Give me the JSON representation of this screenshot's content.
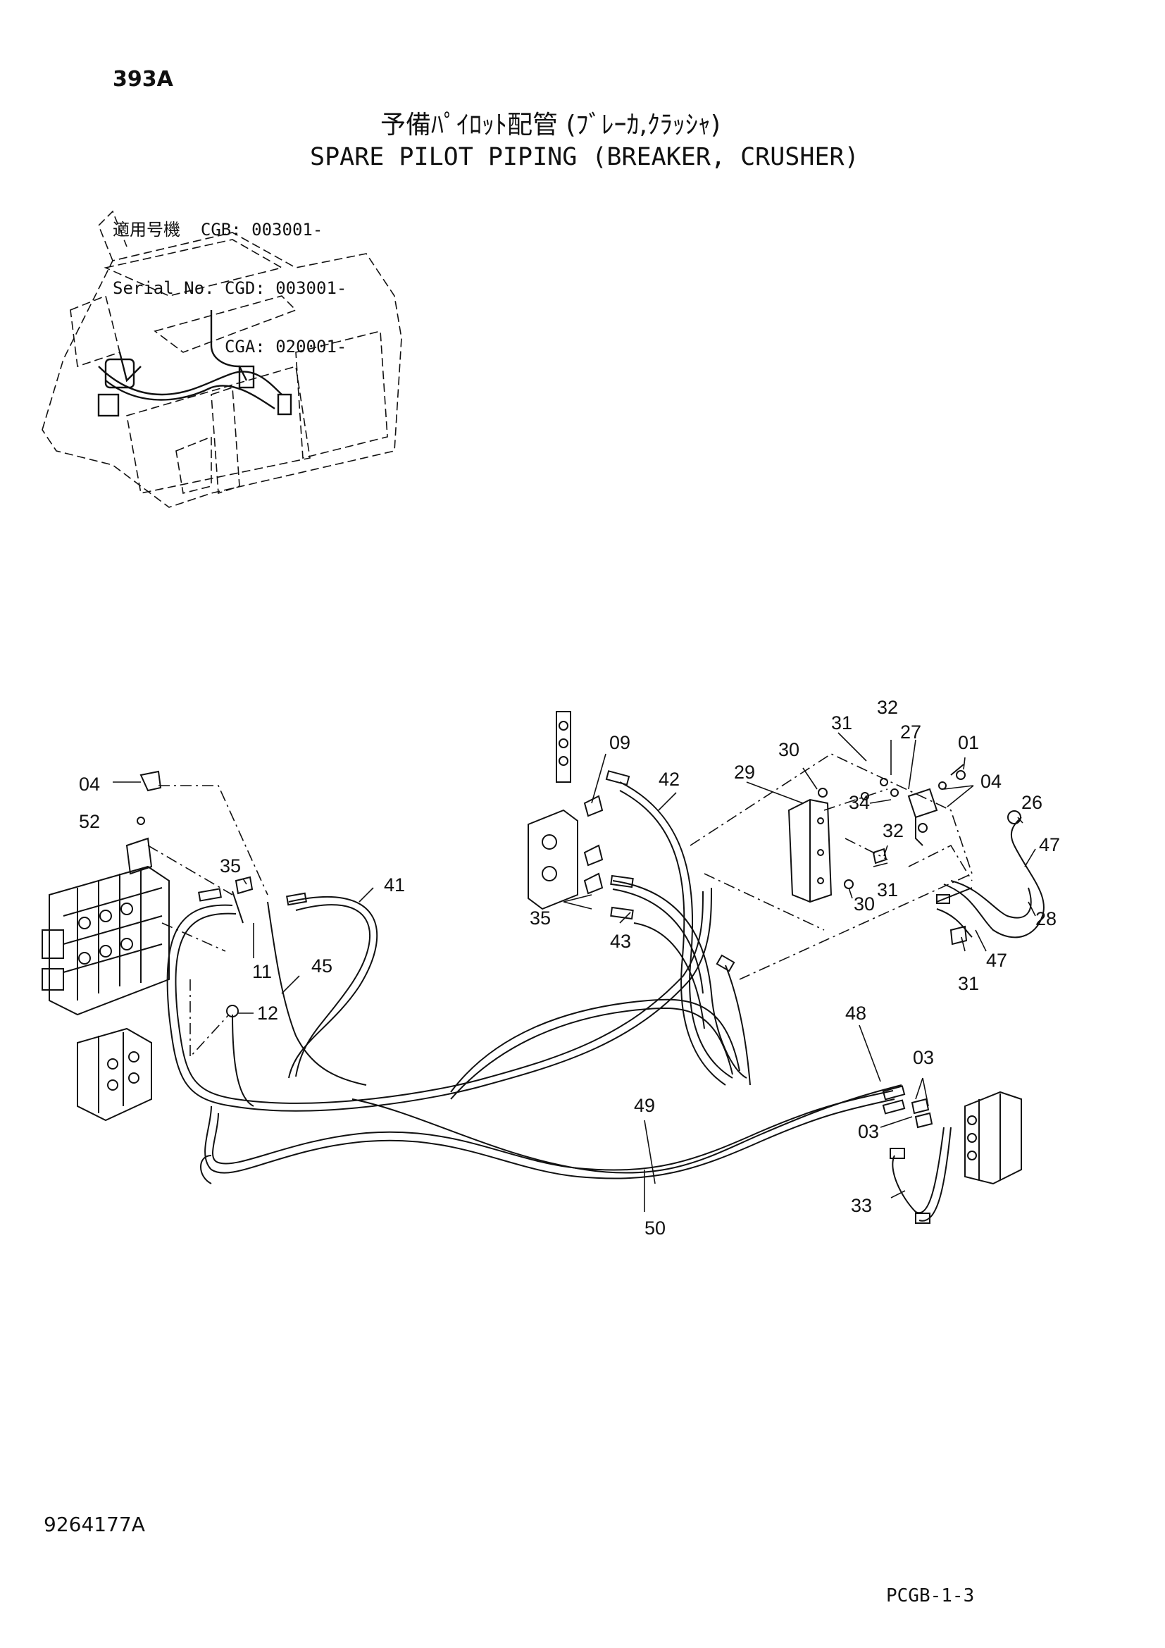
{
  "header": {
    "page_number": "393A",
    "title_jp": "予備ﾊﾟｲﾛｯﾄ配管 (ﾌﾞﾚｰｶ,ｸﾗｯｼｬ)",
    "title_en": "SPARE PILOT PIPING (BREAKER, CRUSHER)"
  },
  "applicability": {
    "label_jp": "適用号機",
    "label_en": "Serial No.",
    "serials": [
      "CGB: 003001-",
      "CGD: 003001-",
      "CGA: 020001-"
    ]
  },
  "callouts": [
    "04",
    "52",
    "35",
    "41",
    "11",
    "45",
    "12",
    "09",
    "42",
    "35",
    "43",
    "29",
    "30",
    "31",
    "32",
    "27",
    "01",
    "04",
    "34",
    "32",
    "31",
    "30",
    "26",
    "47",
    "28",
    "47",
    "31",
    "48",
    "03",
    "03",
    "49",
    "50",
    "33"
  ],
  "footer": {
    "drawing_number": "9264177A",
    "page_code": "PCGB-1-3"
  }
}
